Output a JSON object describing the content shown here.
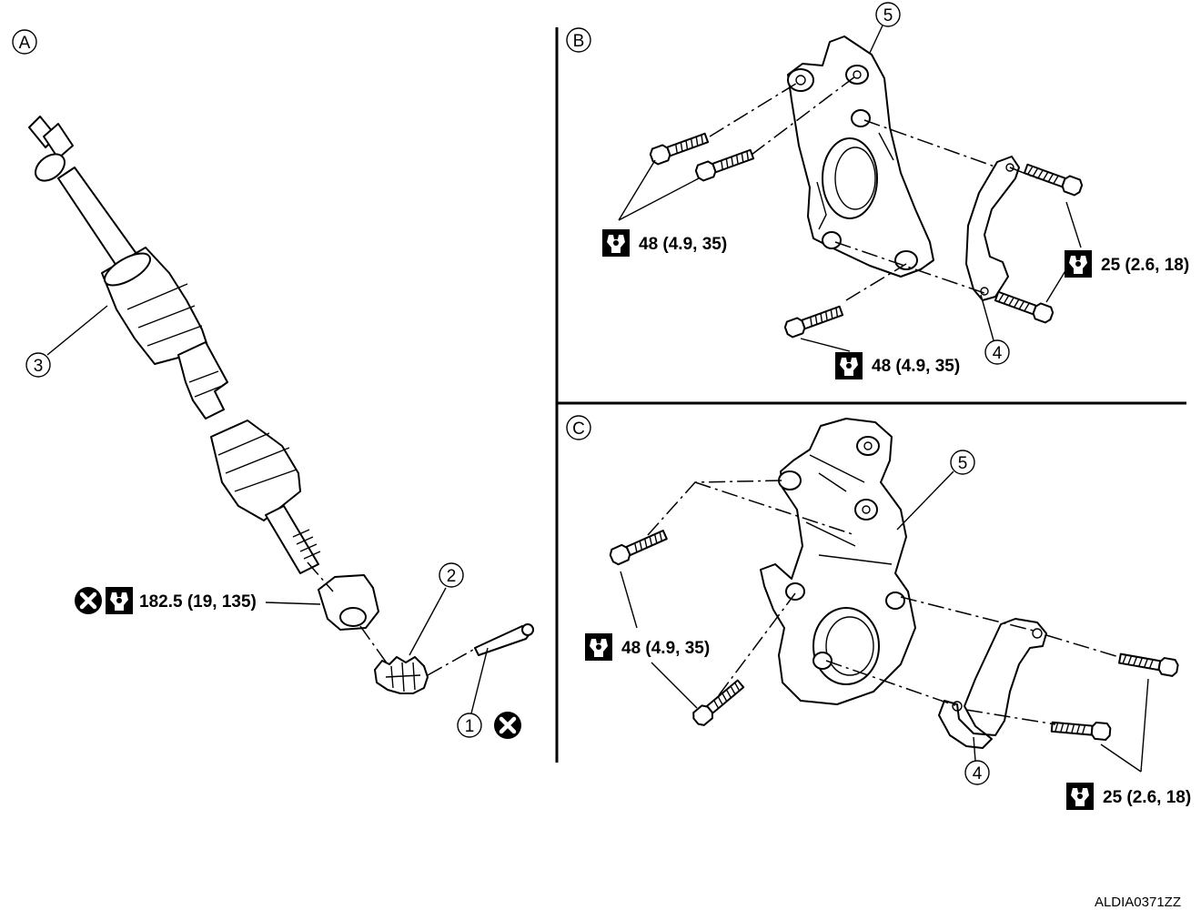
{
  "panels": {
    "a": {
      "label": "A"
    },
    "b": {
      "label": "B"
    },
    "c": {
      "label": "C"
    }
  },
  "callouts": {
    "a_1": "1",
    "a_2": "2",
    "a_3": "3",
    "b_4": "4",
    "b_5": "5",
    "c_4": "4",
    "c_5": "5"
  },
  "torques": {
    "a_nut": "182.5 (19, 135)",
    "b_left": "48 (4.9, 35)",
    "b_right": "25 (2.6, 18)",
    "b_bottom": "48 (4.9, 35)",
    "c_left": "48 (4.9, 35)",
    "c_right": "25 (2.6, 18)"
  },
  "icons": {
    "torque": "torque-wrench-icon",
    "replace": "do-not-reuse-icon"
  },
  "figure_code": "ALDIA0371ZZ"
}
